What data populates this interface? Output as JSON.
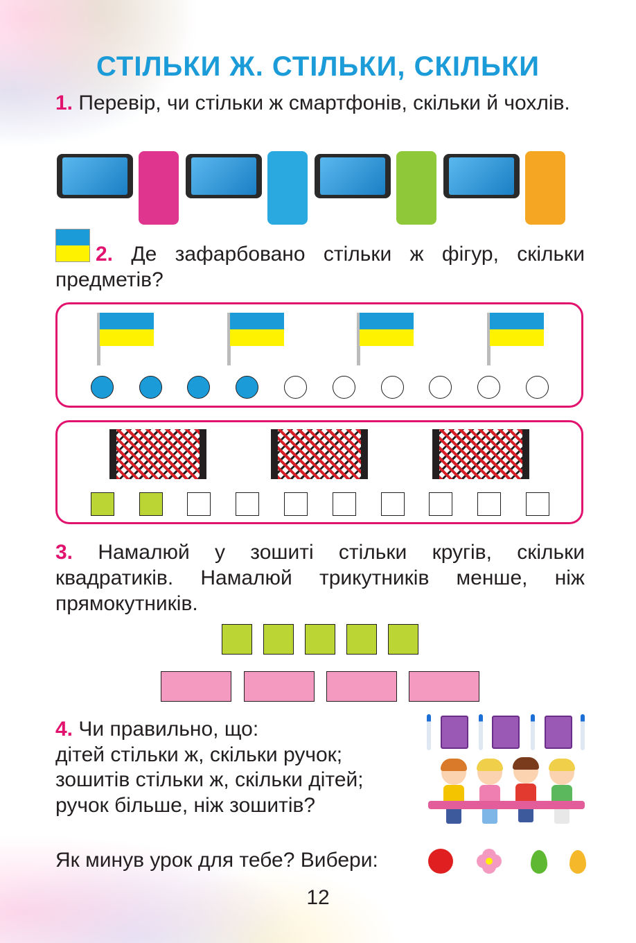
{
  "title": "СТІЛЬКИ Ж. СТІЛЬКИ, СКІЛЬКИ",
  "task1": {
    "number": "1.",
    "text": "Перевір, чи стільки ж смартфонів, скільки й чохлів."
  },
  "task1_items": {
    "phones": 4,
    "case_colors": [
      "#e0358f",
      "#2aa9e0",
      "#8fc93a",
      "#f5a623"
    ]
  },
  "task2": {
    "number": "2.",
    "text": "Де зафарбовано стільки ж фігур, скільки предметів?"
  },
  "task2_box1": {
    "objects": 4,
    "circles_total": 10,
    "circles_filled": 4,
    "fill_color": "#1b9bd7"
  },
  "task2_box2": {
    "objects": 3,
    "squares_total": 10,
    "squares_filled": 2,
    "fill_color": "#bbd534"
  },
  "task3": {
    "number": "3.",
    "text": "Намалюй у зошиті стільки кругів, скільки квадратиків. Намалюй трикутників менше, ніж прямокутників.",
    "squares": 5,
    "rectangles": 4,
    "square_color": "#bbd534",
    "rect_color": "#f49ac1"
  },
  "task4": {
    "number": "4.",
    "line1": "Чи правильно, що:",
    "line2": "дітей стільки ж, скільки ручок;",
    "line3": "зошитів стільки ж, скільки дітей;",
    "line4": "ручок більше, ніж зошитів?",
    "pens": 4,
    "notebooks": 3,
    "children": 4
  },
  "reflection": {
    "text": "Як минув урок для тебе? Вибери:",
    "choices": [
      "apple-icon",
      "flower-icon",
      "green-leaf-icon",
      "yellow-leaf-icon"
    ]
  },
  "page_number": "12",
  "colors": {
    "accent_title": "#1b9bd7",
    "task_number": "#e2136e",
    "frame": "#e2136e"
  }
}
